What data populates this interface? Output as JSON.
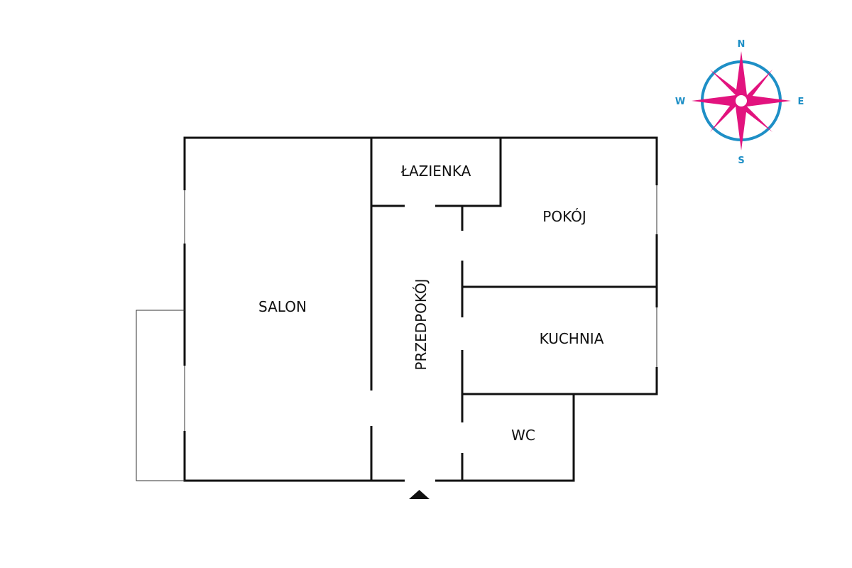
{
  "rooms": {
    "salon": "SALON",
    "lazienka": "ŁAZIENKA",
    "przedpokoj": "PRZEDPOKÓJ",
    "pokoj": "POKÓJ",
    "kuchnia": "KUCHNIA",
    "wc": "WC"
  },
  "compass": {
    "north": "N",
    "south": "S",
    "east": "E",
    "west": "W",
    "ring_color": "#1e8fc6",
    "star_color": "#e2137e"
  }
}
